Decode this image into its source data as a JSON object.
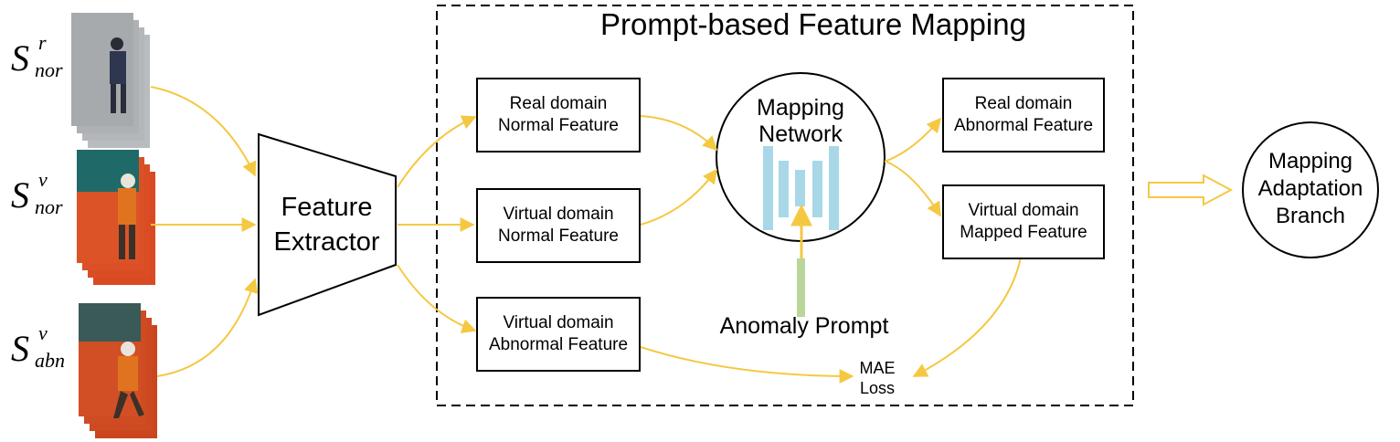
{
  "title": "Prompt-based Feature Mapping",
  "inputs": [
    {
      "symbol": "S",
      "superscript": "r",
      "subscript": "nor"
    },
    {
      "symbol": "S",
      "superscript": "v",
      "subscript": "nor"
    },
    {
      "symbol": "S",
      "superscript": "v",
      "subscript": "abn"
    }
  ],
  "extractor": {
    "label": "Feature\nExtractor"
  },
  "features": {
    "real_normal": "Real domain\nNormal Feature",
    "virtual_normal": "Virtual domain\nNormal Feature",
    "virtual_abnormal": "Virtual domain\nAbnormal Feature"
  },
  "mapping_network": {
    "label": "Mapping\nNetwork"
  },
  "outputs": {
    "real_abnormal": "Real domain\nAbnormal Feature",
    "virtual_mapped": "Virtual domain\nMapped Feature"
  },
  "anomaly_prompt": "Anomaly Prompt",
  "loss": "MAE\nLoss",
  "branch": "Mapping\nAdaptation\nBranch",
  "colors": {
    "arrow": "#f5c842",
    "network_bars": "#a8d8e8",
    "prompt_bar": "#b9d79b",
    "hollow_arrow": "#f5c842"
  }
}
